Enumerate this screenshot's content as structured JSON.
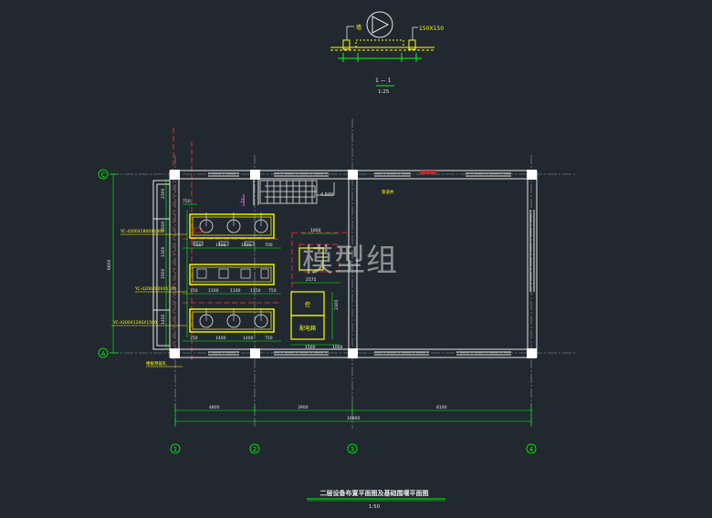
{
  "detail": {
    "left_label": "墙",
    "right_label": "150X150",
    "section_mark": "1 — 1",
    "scale": "1:25"
  },
  "grid": {
    "axes_h": [
      "1",
      "2",
      "3",
      "4"
    ],
    "axes_v": [
      "C",
      "A"
    ]
  },
  "dims": {
    "bottom_segments": [
      "4800",
      "3900",
      "8100"
    ],
    "bottom_total": "16800",
    "left_total": "6600",
    "left_segs": [
      "2300",
      "2000",
      "1300",
      "1900",
      "1400"
    ],
    "row1_top": "750",
    "row1_bottom": [
      "750",
      "1400",
      "1400",
      "700"
    ],
    "row2_bottom": [
      "750",
      "1100",
      "1100",
      "1150",
      "750"
    ],
    "row3_bottom": [
      "750",
      "1400",
      "1400",
      "750"
    ],
    "unit_w": [
      "1800",
      "2575",
      "1500",
      "1000",
      "2300"
    ]
  },
  "labels": {
    "stair": "上",
    "stair_level": "4.500",
    "tag_1": "YC-4200X1800X1800",
    "tag_2": "YC-4200X900X1100",
    "tag_3": "YC-4200X1200X1500",
    "note_pipe": "管道井",
    "side_note": "楼板预留孔",
    "unit_a": "控",
    "unit_b": "配电箱"
  },
  "title": {
    "main": "二层设备布置平面图及基础围堰平面图",
    "scale": "1:50"
  },
  "watermark": "模型组",
  "colors": {
    "background": "#212830",
    "wall": "#e6e6e6",
    "equipment": "#ffff00",
    "dimension": "#00ff00",
    "axis": "#00ff00",
    "hidden": "#ff3333",
    "column": "#ffffff"
  }
}
